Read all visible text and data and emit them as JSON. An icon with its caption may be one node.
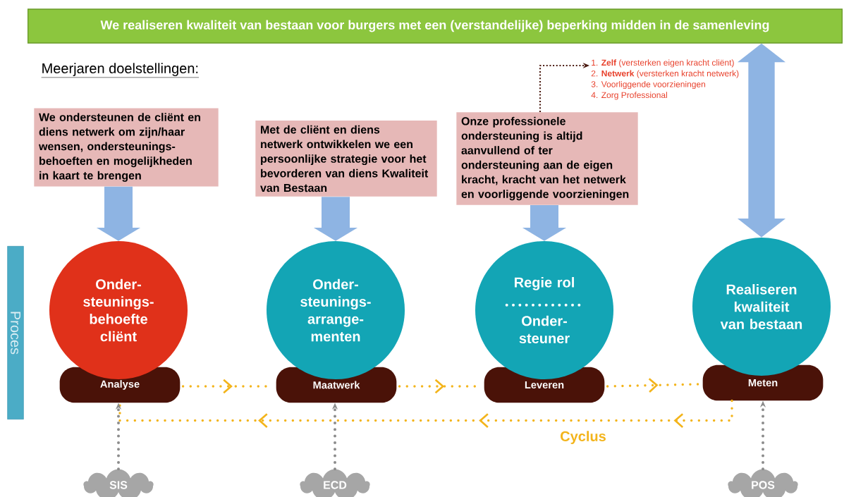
{
  "diagram": {
    "nodes": [
      {
        "text": [
          "We realiseren kwaliteit van bestaan voor burgers met een (verstandelijke) beperking midden in de samenleving"
        ]
      },
      {
        "text": [
          "We ondersteunen de cliënt en diens netwerk om zijn/haar wensen, ondersteunings- behoeften en mogelijkheden in kaart te brengen"
        ]
      },
      {
        "text": [
          "Met de cliënt en diens netwerk ontwikkelen we een persoonlijke strategie voor het bevorderen van diens Kwaliteit van Bestaan"
        ]
      },
      {
        "text": [
          "Onze professionele ondersteuning is altijd aanvullend of ter ondersteuning aan de eigen kracht, kracht van het netwerk en voorliggende voorzieningen"
        ]
      },
      {
        "text": [
          "1. **Zelf** (versterken eigen kracht cliënt)",
          "2. **Netwerk** (versterken kracht netwerk)",
          "3. Voorliggende voorzieningen",
          "4. Zorg Professional"
        ]
      },
      {
        "text": [
          "Proces"
        ]
      },
      {
        "text": [
          "Onder- steunings- behoefte cliënt"
        ]
      },
      {
        "text": [
          "Analyse"
        ]
      },
      {
        "text": [
          "Onder- steunings- arrange- menten"
        ]
      },
      {
        "text": [
          "Maatwerk"
        ]
      },
      {
        "text": [
          "Regie rol",
          "Onder- steuner"
        ]
      },
      {
        "text": [
          "Leveren"
        ]
      },
      {
        "text": [
          "Realiseren kwaliteit van bestaan"
        ]
      },
      {
        "text": [
          "Meten"
        ]
      },
      {
        "text": [
          "SIS"
        ]
      },
      {
        "text": [
          "ECD"
        ]
      },
      {
        "text": [
          "POS"
        ]
      }
    ],
    "edges": [
      {
        "from": 1,
        "to": 6,
        "arrow": "to",
        "style": "thick",
        "color": "#8eb4e3"
      },
      {
        "from": 2,
        "to": 8,
        "arrow": "to",
        "style": "thick",
        "color": "#8eb4e3"
      },
      {
        "from": 3,
        "to": 10,
        "arrow": "to",
        "style": "thick",
        "color": "#8eb4e3"
      },
      {
        "from": 12,
        "to": 0,
        "arrow": "both",
        "style": "thick",
        "color": "#8eb4e3"
      },
      {
        "from": 3,
        "to": 4,
        "arrow": "to",
        "style": "dashed",
        "color": "#4a1a10"
      },
      {
        "from": 7,
        "to": 9,
        "arrow": "to",
        "style": "dashed",
        "color": "#f3b41b"
      },
      {
        "from": 9,
        "to": 11,
        "arrow": "to",
        "style": "dashed",
        "color": "#f3b41b"
      },
      {
        "from": 11,
        "to": 13,
        "arrow": "to",
        "style": "dashed",
        "color": "#f3b41b"
      },
      {
        "from": 13,
        "to": 7,
        "arrow": "to",
        "style": "dashed",
        "color": "#f3b41b",
        "label": "Cyclus"
      },
      {
        "from": 14,
        "to": 7,
        "arrow": "to",
        "style": "dashed",
        "color": "#8c8c8c"
      },
      {
        "from": 15,
        "to": 9,
        "arrow": "to",
        "style": "dashed",
        "color": "#8c8c8c"
      },
      {
        "from": 16,
        "to": 13,
        "arrow": "to",
        "style": "dashed",
        "color": "#8c8c8c"
      }
    ],
    "labels": [
      "Meerjaren doelstellingen:"
    ]
  }
}
